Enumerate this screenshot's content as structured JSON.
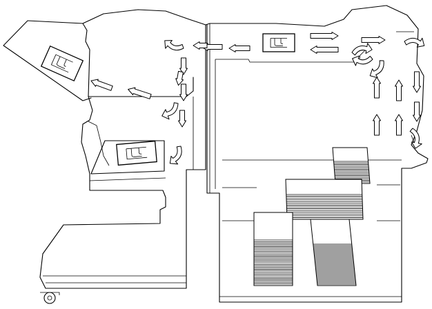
{
  "diagram": {
    "sheet_icons": [
      "paper-sheet",
      "paper-sheet",
      "paper-sheet"
    ],
    "paper_stacks": 4,
    "flow_arrows": 27
  }
}
